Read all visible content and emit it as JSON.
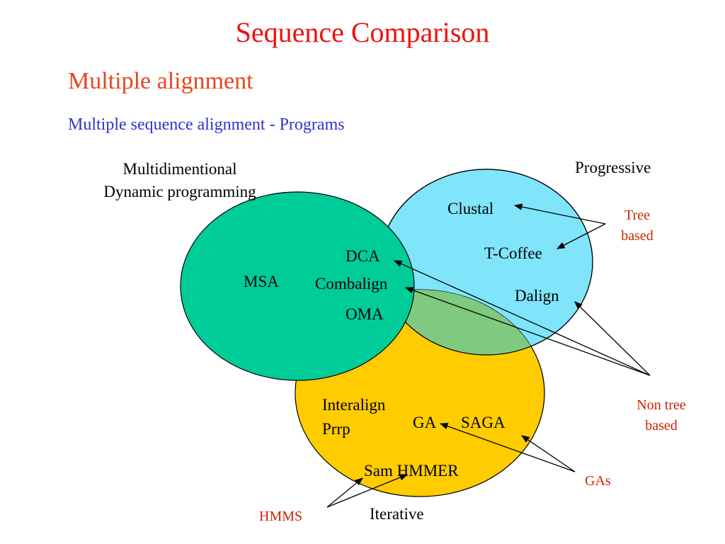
{
  "slide": {
    "title": "Sequence Comparison",
    "subtitle": "Multiple alignment",
    "subsubtitle": "Multiple sequence alignment - Programs"
  },
  "colors": {
    "title": "#ee1111",
    "subtitle": "#e8461c",
    "subsubtitle": "#3333cc",
    "annotation": "#cc2200",
    "circle_progressive": "#80e4fb",
    "circle_multidimensional": "#00cc99",
    "circle_iterative": "#ffcc00",
    "overlap_green": "#80c980"
  },
  "sets": {
    "multidimensional_line1": "Multidimentional",
    "multidimensional_line2": "Dynamic programming",
    "progressive": "Progressive",
    "iterative": "Iterative"
  },
  "programs": {
    "msa": "MSA",
    "dca": "DCA",
    "combalign": "Combalign",
    "oma": "OMA",
    "clustal": "Clustal",
    "tcoffee": "T-Coffee",
    "dalign": "Dalign",
    "interalign": "Interalign",
    "prrp": "Prrp",
    "ga": "GA",
    "saga": "SAGA",
    "sam_hmmer": "Sam HMMER"
  },
  "annotations": {
    "tree_line1": "Tree",
    "tree_line2": "based",
    "nontree_line1": "Non tree",
    "nontree_line2": "based",
    "gas": "GAs",
    "hmms": "HMMS"
  }
}
